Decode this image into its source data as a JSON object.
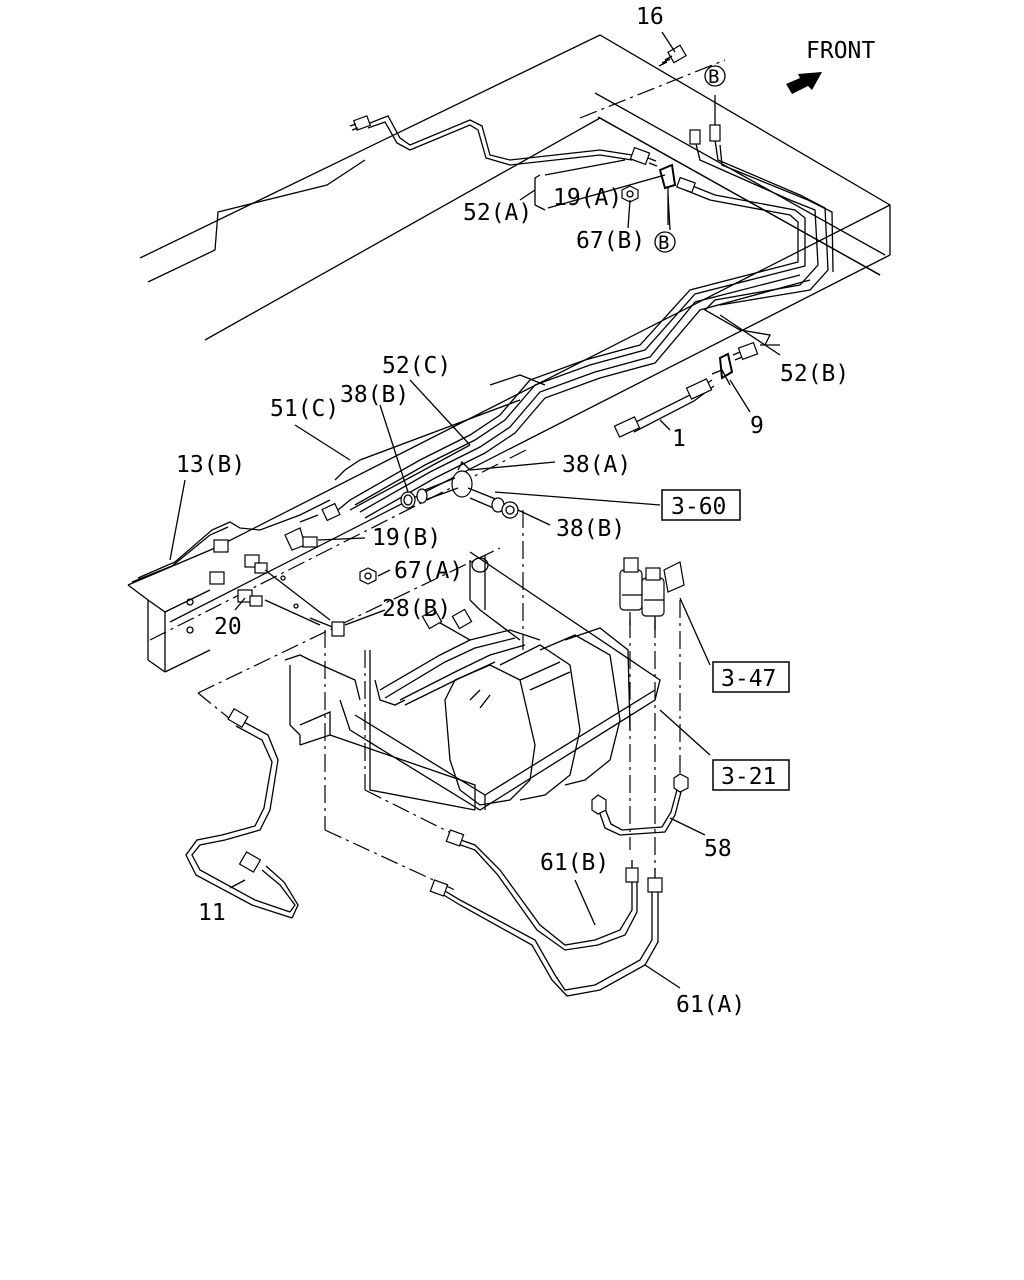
{
  "header": {
    "direction_label": "FRONT"
  },
  "callouts": {
    "c16": "16",
    "c52a": "52(A)",
    "c19a": "19(A)",
    "c67b": "67(B)",
    "c52c": "52(C)",
    "c38b_top": "38(B)",
    "c51c": "51(C)",
    "c52b": "52(B)",
    "c9": "9",
    "c1": "1",
    "c13b": "13(B)",
    "c38a": "38(A)",
    "c38b_right": "38(B)",
    "c19b": "19(B)",
    "c67a": "67(A)",
    "c28b": "28(B)",
    "c20": "20",
    "c58": "58",
    "c11": "11",
    "c61b": "61(B)",
    "c61a": "61(A)"
  },
  "circled_markers": {
    "top": "B",
    "bottom": "B"
  },
  "reference_boxes": {
    "r360": "3-60",
    "r347": "3-47",
    "r321": "3-21"
  }
}
